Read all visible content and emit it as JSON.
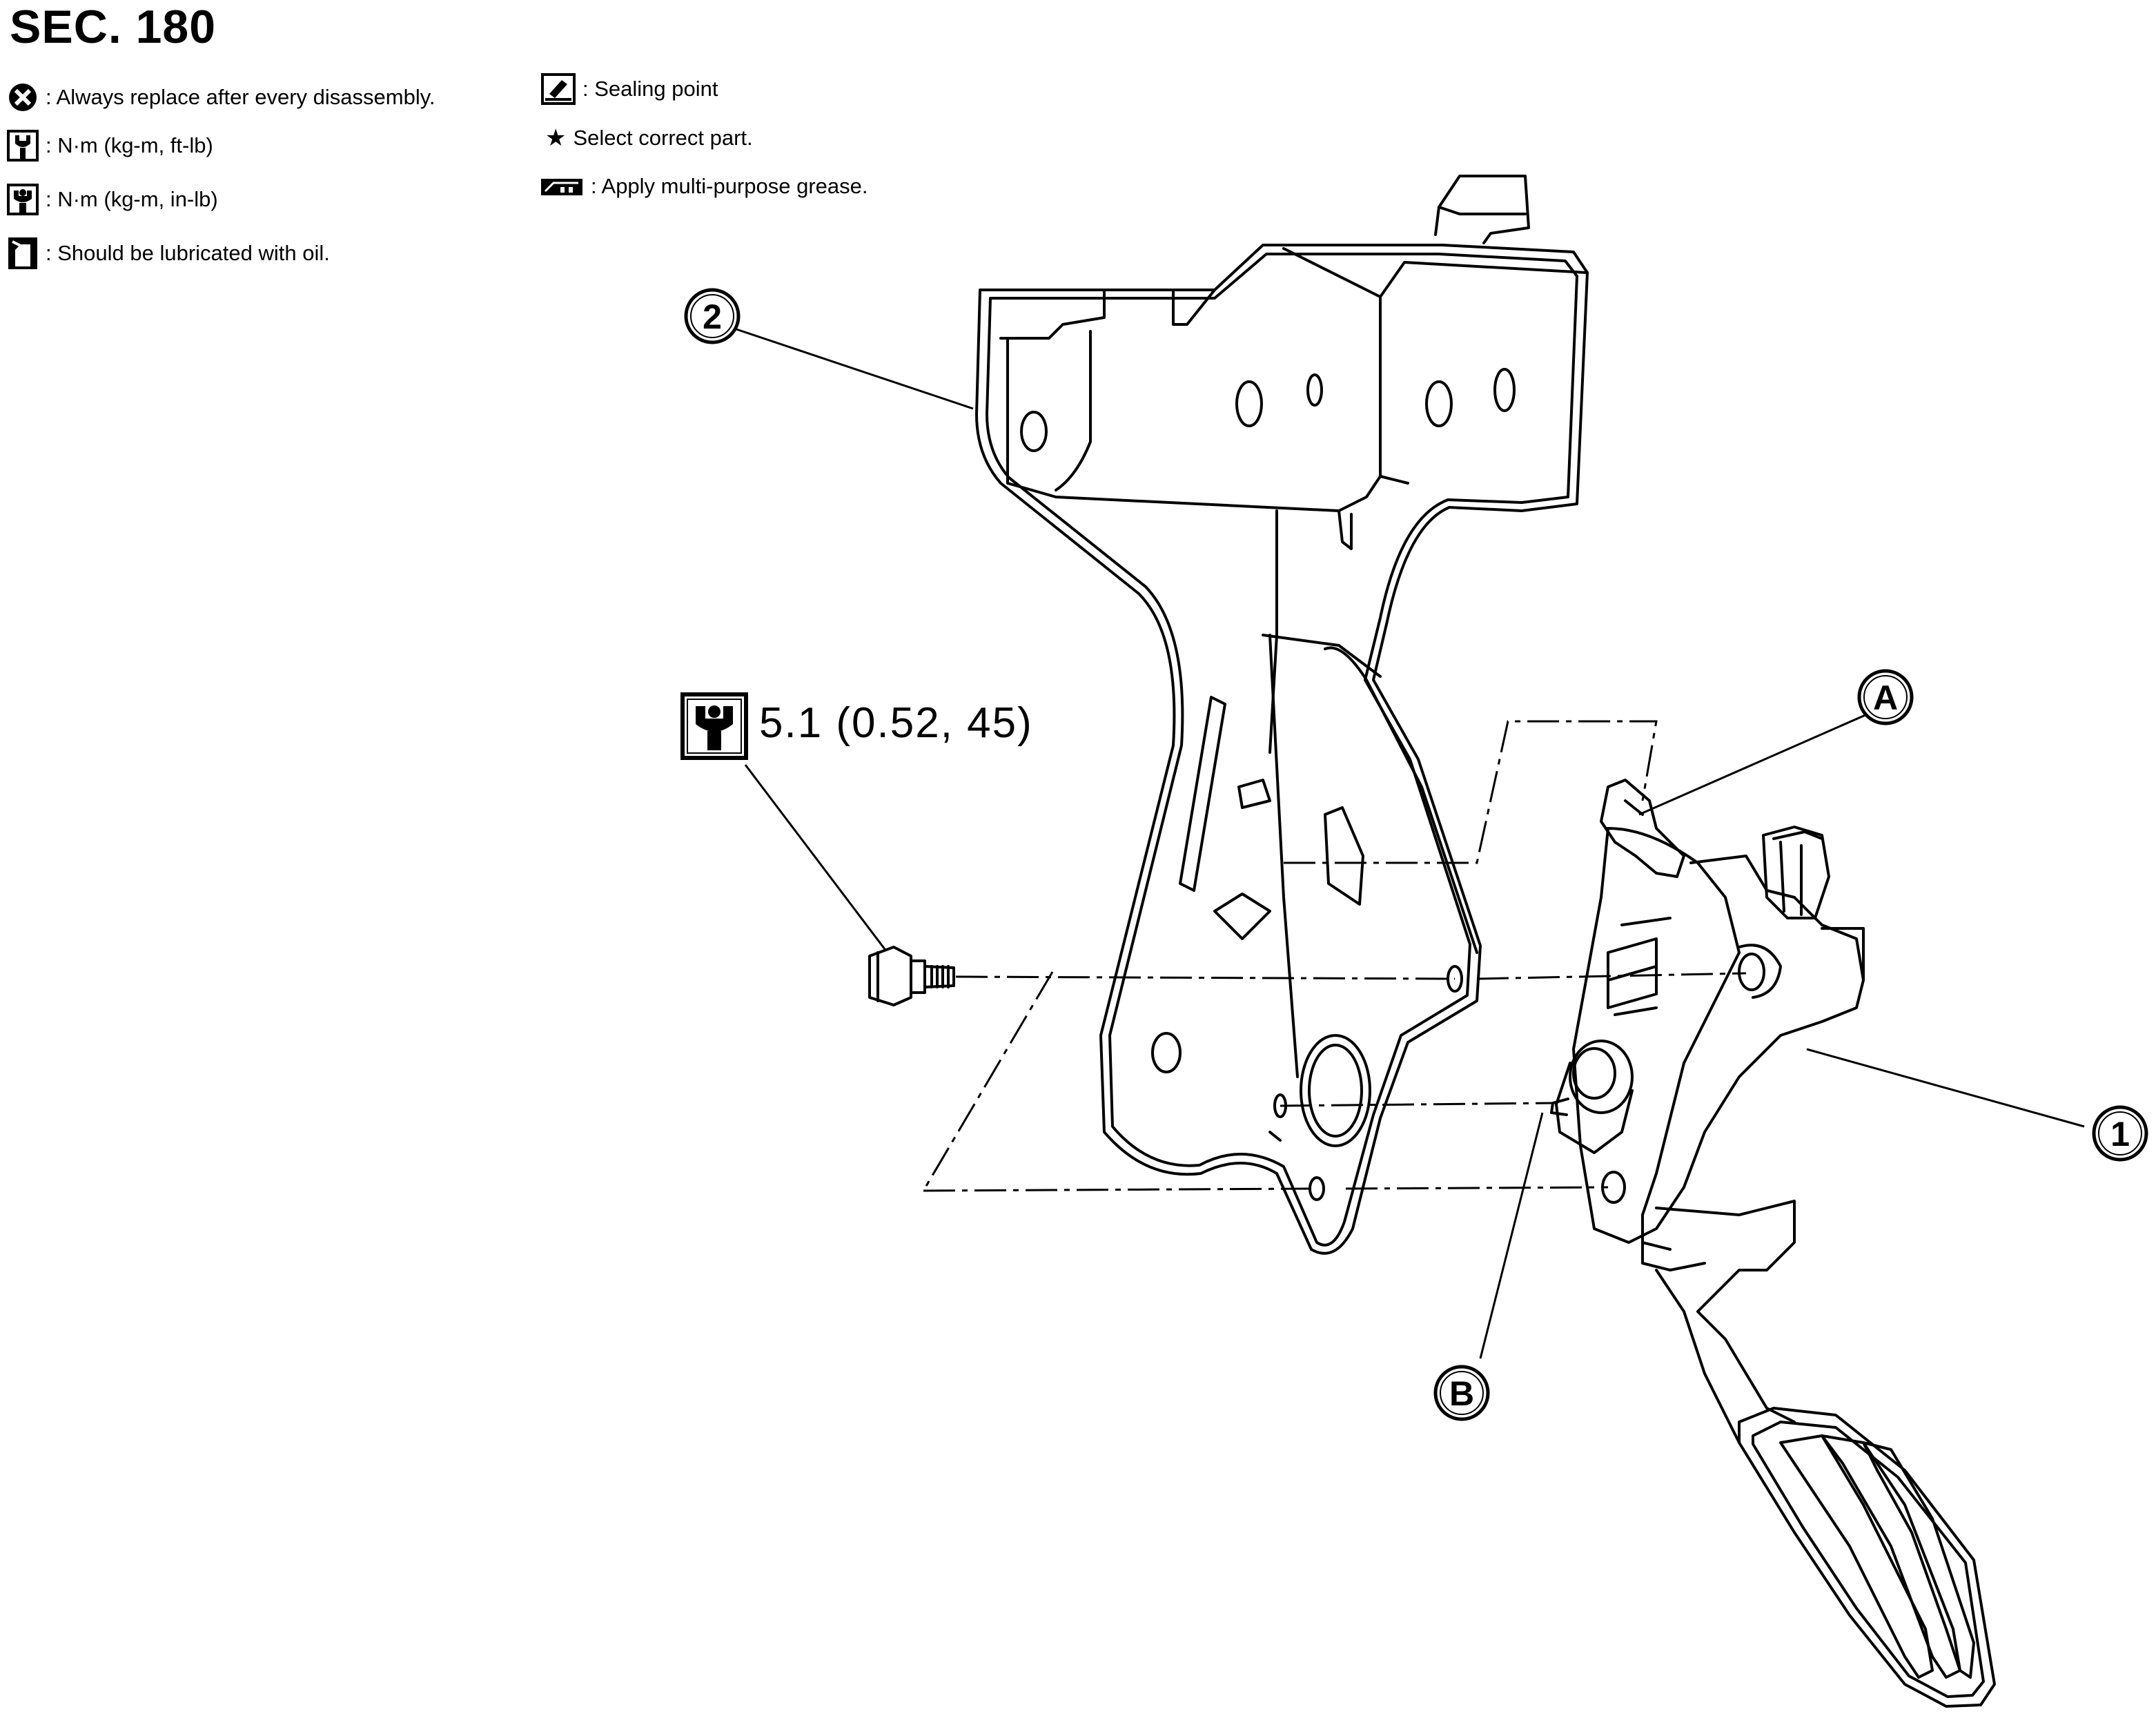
{
  "header": {
    "section": "SEC. 180"
  },
  "legend": {
    "items": [
      {
        "icon": "replace-x-icon",
        "text": ": Always replace after every disassembly."
      },
      {
        "icon": "torque-wrench-icon",
        "text": ": N·m (kg-m, ft-lb)"
      },
      {
        "icon": "torque-wrench-small-icon",
        "text": ": N·m (kg-m, in-lb)"
      },
      {
        "icon": "oil-can-icon",
        "text": ": Should be lubricated with oil."
      },
      {
        "icon": "sealing-point-icon",
        "text": ": Sealing point"
      },
      {
        "icon": "star-icon",
        "text": "Select correct part."
      },
      {
        "icon": "grease-icon",
        "text": ": Apply multi-purpose grease."
      }
    ],
    "star_glyph": "★"
  },
  "callouts": {
    "part_1": "1",
    "part_2": "2",
    "point_a": "A",
    "point_b": "B"
  },
  "torque": {
    "value": "5.1 (0.52, 45)",
    "icon": "torque-wrench-small-icon"
  }
}
